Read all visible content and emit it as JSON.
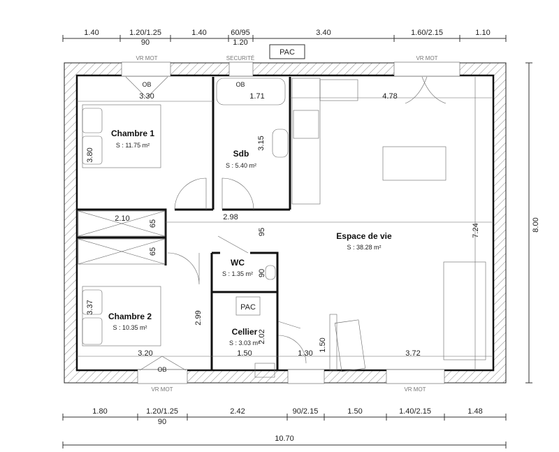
{
  "dimensions": {
    "top": [
      "1.40",
      "1.20/1.25",
      "1.40",
      "60/95",
      "3.40",
      "1.60/2.15",
      "1.10"
    ],
    "top_sub": [
      "90",
      "1.20"
    ],
    "bottom": [
      "1.80",
      "1.20/1.25",
      "2.42",
      "90/2.15",
      "1.50",
      "1.40/2.15",
      "1.48"
    ],
    "bottom_sub": "90",
    "total_width": "10.70",
    "total_height": "8.00",
    "interior": {
      "ch1_width": "3.30",
      "ch1_depth": "3.80",
      "sdb_width": "1.71",
      "sdb_depth": "3.15",
      "living_top": "4.78",
      "living_depth": "7.24",
      "closet_width": "2.10",
      "closet1": "65",
      "closet2": "65",
      "corridor": "2.98",
      "corridor_width": "95",
      "wc": "90",
      "ch2_depth": "3.37",
      "ch2_width": "3.20",
      "ch2_side": "2.99",
      "cellier_depth": "2.02",
      "cellier_width": "1.50",
      "entry": "1.30",
      "entry_depth": "1.50",
      "living_bottom": "3.72"
    }
  },
  "labels": {
    "vr_mot": "VR MOT",
    "securite": "SECURITÉ",
    "pac": "PAC",
    "ob": "OB"
  },
  "rooms": [
    {
      "name": "Chambre 1",
      "area": "S : 11.75 m²"
    },
    {
      "name": "Sdb",
      "area": "S : 5.40 m²"
    },
    {
      "name": "Espace de vie",
      "area": "S : 38.28 m²"
    },
    {
      "name": "WC",
      "area": "S : 1.35 m²"
    },
    {
      "name": "Chambre 2",
      "area": "S : 10.35 m²"
    },
    {
      "name": "Cellier",
      "area": "S : 3.03 m²"
    }
  ]
}
